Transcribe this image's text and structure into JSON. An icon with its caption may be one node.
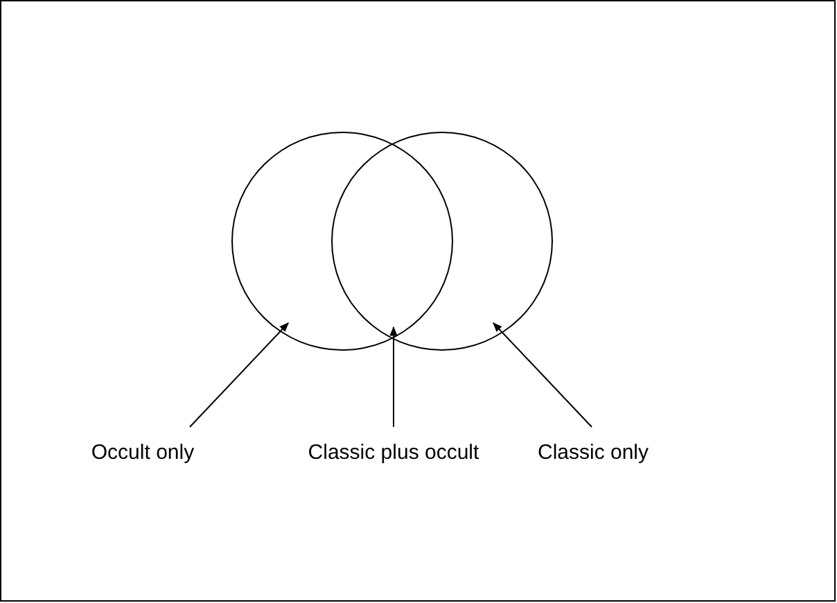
{
  "diagram": {
    "nodes": [
      {
        "text": [],
        "shape": "circle"
      },
      {
        "text": [],
        "shape": "circle"
      },
      {
        "text": [
          "Occult only"
        ]
      },
      {
        "text": [
          "Classic plus occult"
        ]
      },
      {
        "text": [
          "Classic only"
        ]
      }
    ],
    "edges": [
      {
        "from": 2,
        "to": 0,
        "arrow": "to"
      },
      {
        "from": 3,
        "to": 0,
        "arrow": "to"
      },
      {
        "from": 4,
        "to": 1,
        "arrow": "to"
      }
    ]
  }
}
